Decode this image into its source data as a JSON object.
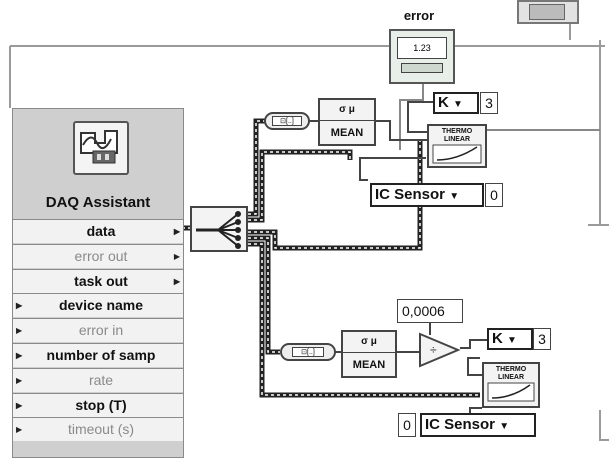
{
  "error_indicator": {
    "label": "error",
    "display": "1.23"
  },
  "daq": {
    "title": "DAQ Assistant",
    "terminals": [
      {
        "label": "data",
        "style": "bold",
        "dir": "out"
      },
      {
        "label": "error out",
        "style": "dim",
        "dir": "out"
      },
      {
        "label": "task out",
        "style": "bold",
        "dir": "out"
      },
      {
        "label": "device name",
        "style": "bold",
        "dir": "in"
      },
      {
        "label": "error in",
        "style": "dim",
        "dir": "in"
      },
      {
        "label": "number of samp",
        "style": "bold",
        "dir": "in"
      },
      {
        "label": "rate",
        "style": "dim",
        "dir": "in"
      },
      {
        "label": "stop (T)",
        "style": "bold",
        "dir": "in"
      },
      {
        "label": "timeout (s)",
        "style": "dim",
        "dir": "in"
      }
    ]
  },
  "upper_branch": {
    "mean_label": "MEAN",
    "mean_glyph": "σ μ",
    "thermo_label": "THERMO LINEAR",
    "type_ring": {
      "value": "K",
      "index": "3"
    },
    "sensor_ring": {
      "value": "IC Sensor",
      "index": "0"
    }
  },
  "lower_branch": {
    "constant": "0,0006",
    "mean_label": "MEAN",
    "mean_glyph": "σ μ",
    "thermo_label": "THERMO LINEAR",
    "type_ring": {
      "value": "K",
      "index": "3"
    },
    "sensor_ring": {
      "value": "IC Sensor",
      "index": "0"
    }
  },
  "colors": {
    "wire_dynamic": "#222222",
    "wire_error": "#777777",
    "node_border": "#444444"
  }
}
